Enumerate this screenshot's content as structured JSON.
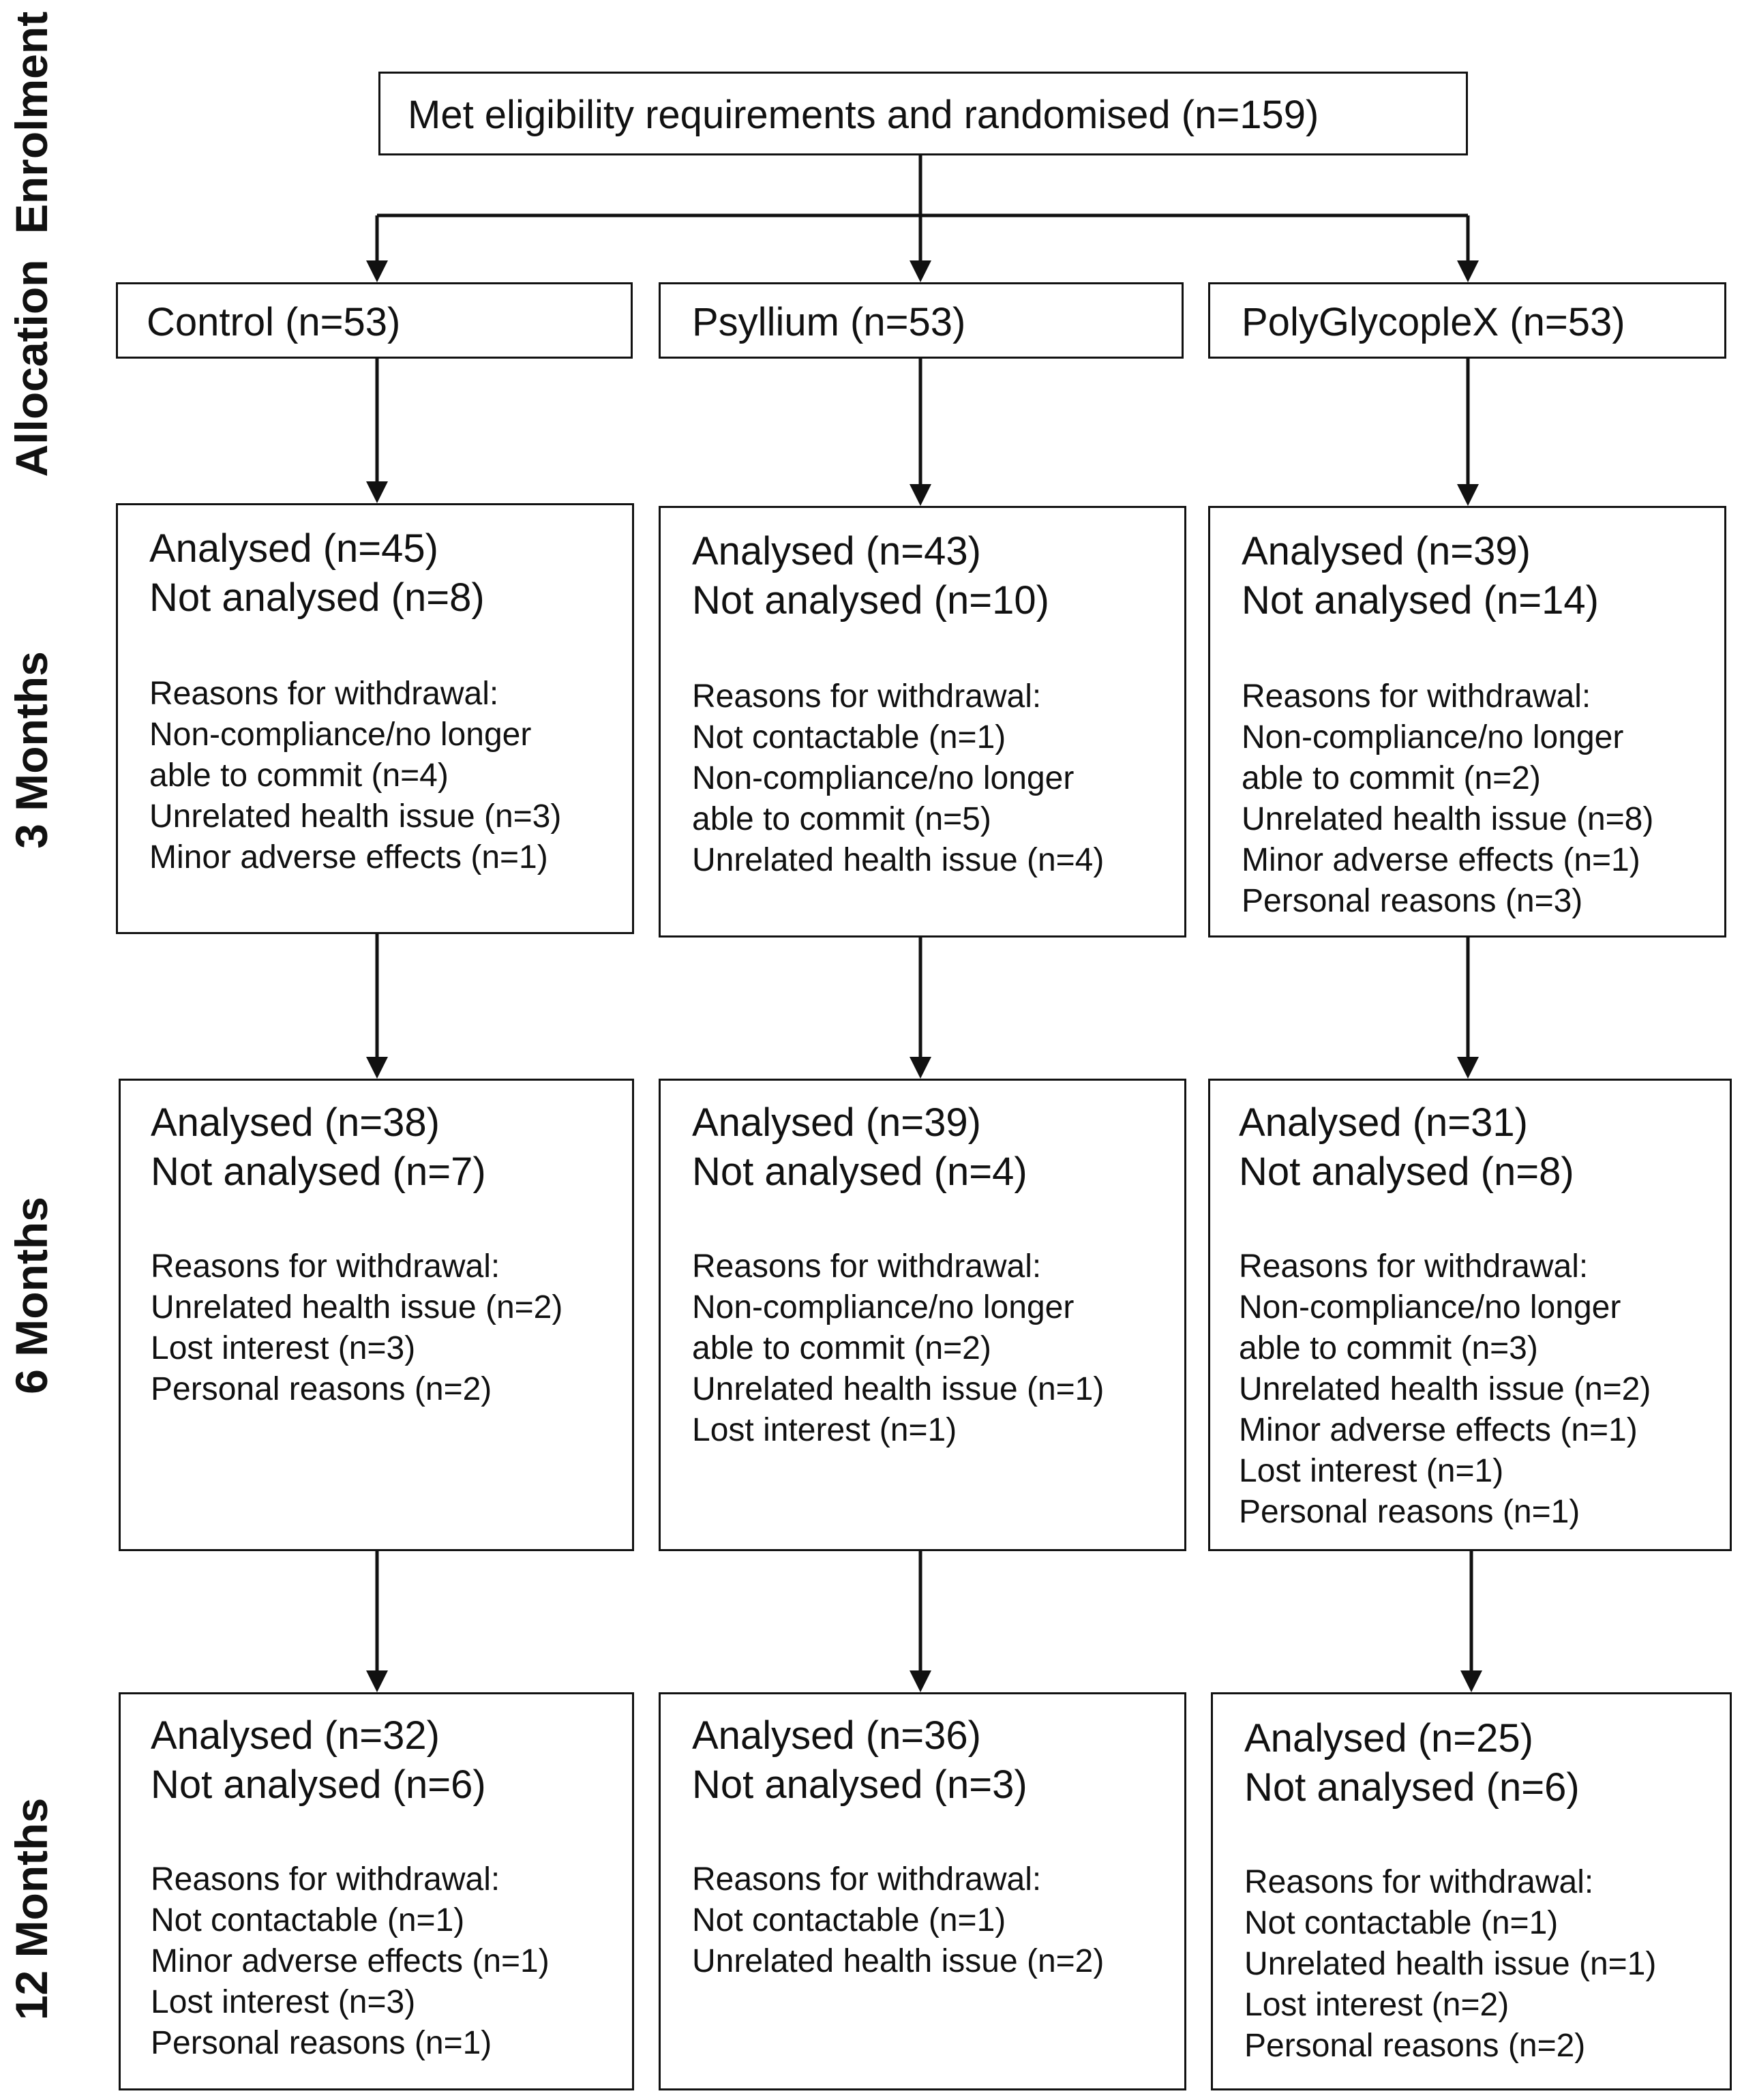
{
  "phases": {
    "enrolment": "Enrolment",
    "allocation": "Allocation",
    "m3": "3 Months",
    "m6": "6 Months",
    "m12": "12 Months"
  },
  "enrolment": {
    "text": "Met eligibility requirements and randomised (n=159)"
  },
  "allocation": {
    "control": "Control (n=53)",
    "psyllium": "Psyllium (n=53)",
    "pgx": "PolyGlycopleX (n=53)"
  },
  "months3": {
    "control": {
      "analysed": "Analysed (n=45)",
      "not_analysed": "Not analysed (n=8)",
      "reasons_header": "Reasons for withdrawal:",
      "reasons": [
        "Non-compliance/no longer",
        "able to commit (n=4)",
        "Unrelated health issue (n=3)",
        "Minor adverse effects (n=1)"
      ]
    },
    "psyllium": {
      "analysed": "Analysed (n=43)",
      "not_analysed": "Not analysed (n=10)",
      "reasons_header": "Reasons for withdrawal:",
      "reasons": [
        "Not contactable (n=1)",
        "Non-compliance/no longer",
        "able to commit (n=5)",
        "Unrelated health issue (n=4)"
      ]
    },
    "pgx": {
      "analysed": "Analysed (n=39)",
      "not_analysed": "Not analysed (n=14)",
      "reasons_header": "Reasons for withdrawal:",
      "reasons": [
        "Non-compliance/no longer",
        "able to commit (n=2)",
        "Unrelated health issue (n=8)",
        "Minor adverse effects (n=1)",
        "Personal reasons (n=3)"
      ]
    }
  },
  "months6": {
    "control": {
      "analysed": "Analysed (n=38)",
      "not_analysed": "Not analysed (n=7)",
      "reasons_header": "Reasons for withdrawal:",
      "reasons": [
        "Unrelated health issue (n=2)",
        "Lost interest (n=3)",
        "Personal reasons (n=2)"
      ]
    },
    "psyllium": {
      "analysed": "Analysed (n=39)",
      "not_analysed": "Not analysed (n=4)",
      "reasons_header": "Reasons for withdrawal:",
      "reasons": [
        "Non-compliance/no longer",
        "able to commit (n=2)",
        "Unrelated health issue (n=1)",
        "Lost interest (n=1)"
      ]
    },
    "pgx": {
      "analysed": "Analysed (n=31)",
      "not_analysed": "Not analysed (n=8)",
      "reasons_header": "Reasons for withdrawal:",
      "reasons": [
        "Non-compliance/no longer",
        "able to commit (n=3)",
        "Unrelated health issue (n=2)",
        "Minor adverse effects (n=1)",
        "Lost interest (n=1)",
        "Personal reasons (n=1)"
      ]
    }
  },
  "months12": {
    "control": {
      "analysed": "Analysed (n=32)",
      "not_analysed": "Not analysed (n=6)",
      "reasons_header": "Reasons for withdrawal:",
      "reasons": [
        "Not contactable (n=1)",
        "Minor adverse effects (n=1)",
        "Lost interest (n=3)",
        "Personal reasons (n=1)"
      ]
    },
    "psyllium": {
      "analysed": "Analysed (n=36)",
      "not_analysed": "Not analysed (n=3)",
      "reasons_header": "Reasons for withdrawal:",
      "reasons": [
        "Not contactable (n=1)",
        "Unrelated health issue (n=2)"
      ]
    },
    "pgx": {
      "analysed": "Analysed (n=25)",
      "not_analysed": "Not analysed (n=6)",
      "reasons_header": "Reasons for withdrawal:",
      "reasons": [
        "Not contactable (n=1)",
        "Unrelated health issue (n=1)",
        "Lost interest (n=2)",
        "Personal reasons (n=2)"
      ]
    }
  }
}
